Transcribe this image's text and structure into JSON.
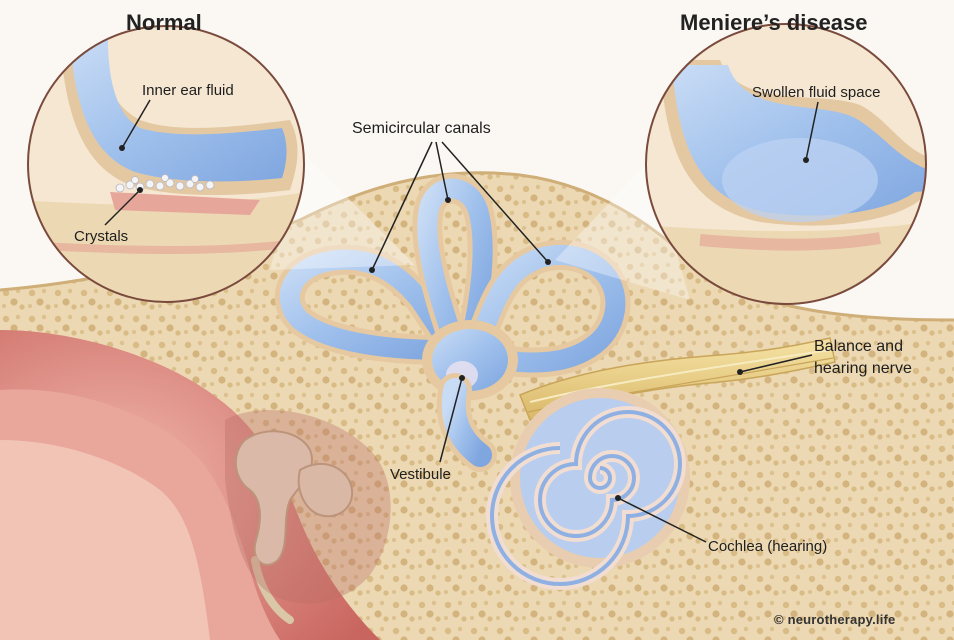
{
  "titles": {
    "normal": "Normal",
    "disease": "Meniere’s disease"
  },
  "labels": {
    "inner_ear_fluid": "Inner ear fluid",
    "crystals": "Crystals",
    "swollen_fluid_space": "Swollen fluid space",
    "semicircular_canals": "Semicircular canals",
    "balance_nerve_line1": "Balance and",
    "balance_nerve_line2": "hearing nerve",
    "vestibule": "Vestibule",
    "cochlea": "Cochlea (hearing)"
  },
  "credit": "© neurotherapy.life",
  "colors": {
    "bone": "#ecd9b4",
    "fluid": "#a9c8ee",
    "tissue": "#d9837d",
    "nerve": "#ecd38c",
    "background": "#fbf8f3"
  }
}
